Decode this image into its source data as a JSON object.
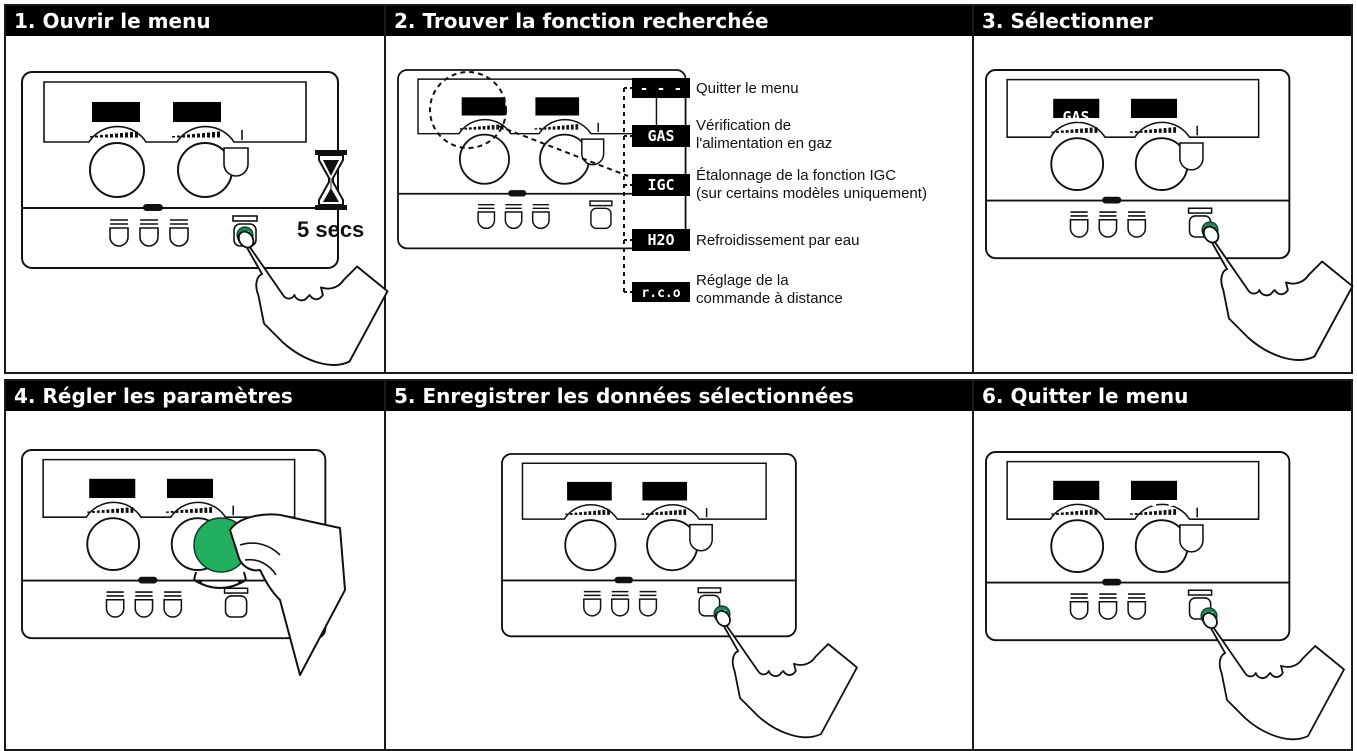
{
  "steps": [
    {
      "title": "1. Ouvrir le menu"
    },
    {
      "title": "2. Trouver la fonction recherchée"
    },
    {
      "title": "3. Sélectionner"
    },
    {
      "title": "4. Régler les paramètres"
    },
    {
      "title": "5. Enregistrer les données sélectionnées"
    },
    {
      "title": "6. Quitter le menu"
    }
  ],
  "timer": {
    "label": "5 secs",
    "icon": "hourglass-icon"
  },
  "menu_options": [
    {
      "code": "- - -",
      "line1": "Quitter le menu",
      "line2": ""
    },
    {
      "code": "GAS",
      "line1": "Vérification de",
      "line2": "l'alimentation en gaz"
    },
    {
      "code": "IGC",
      "line1": "Étalonnage de la fonction IGC",
      "line2": "(sur certains modèles uniquement)"
    },
    {
      "code": "H2O",
      "line1": "Refroidissement par eau",
      "line2": ""
    },
    {
      "code": "r.c.o",
      "line1": "Réglage de la",
      "line2": "commande à distance"
    }
  ],
  "display_codes": {
    "step3_left": "GAS",
    "step6_right": "- - -"
  },
  "colors": {
    "button_green": "#1a8a5a",
    "knob_green": "#22b060",
    "header_bg": "#000000"
  }
}
